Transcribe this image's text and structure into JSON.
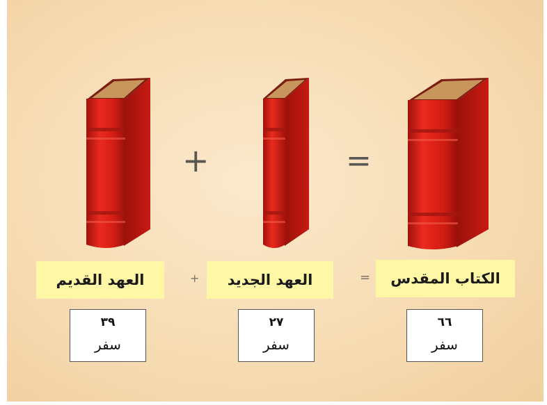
{
  "equation": {
    "operator_plus": "+",
    "operator_equals": "="
  },
  "books": [
    {
      "label": "العهد القديم",
      "count": "٣٩",
      "unit": "سفر",
      "icon": "book-icon"
    },
    {
      "label": "العهد الجديد",
      "count": "٢٧",
      "unit": "سفر",
      "icon": "book-icon"
    },
    {
      "label": "الكتاب المقدس",
      "count": "٦٦",
      "unit": "سفر",
      "icon": "book-icon"
    }
  ],
  "colors": {
    "background": "#f7dcb4",
    "book_red": "#d21d14",
    "book_dark": "#8f0e0a",
    "label_background": "#fdf7a6"
  }
}
